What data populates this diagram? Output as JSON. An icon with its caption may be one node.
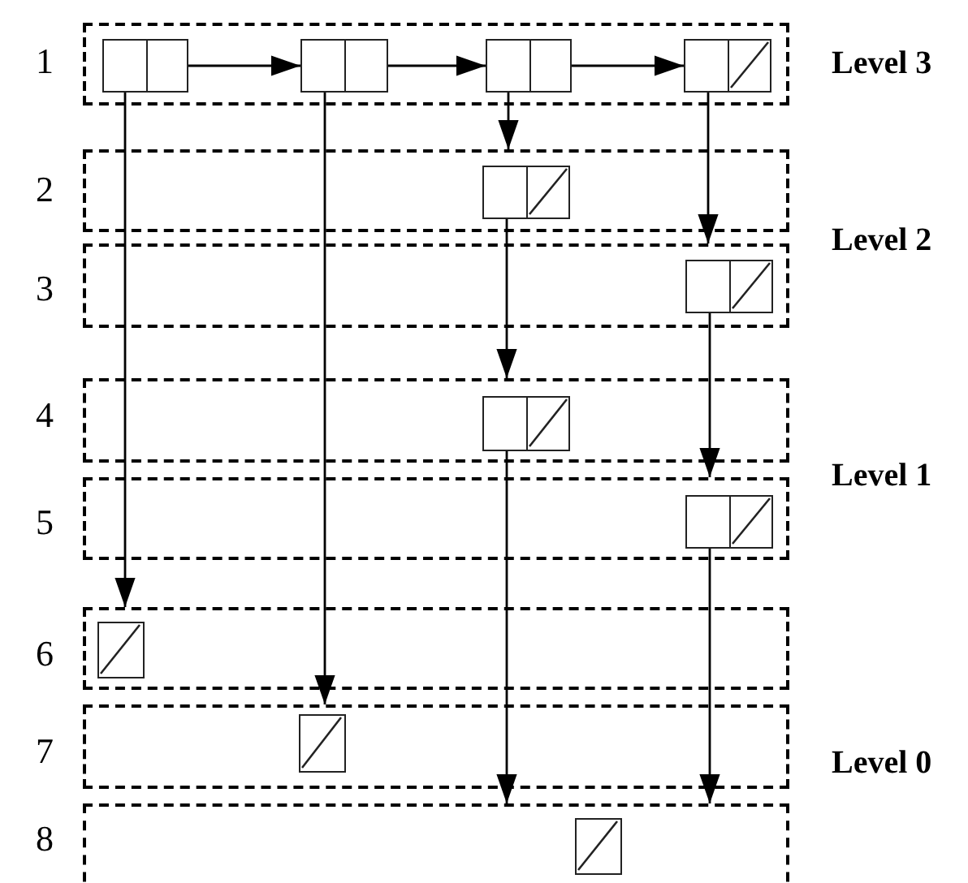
{
  "diagram": {
    "nodes": [
      {
        "text": [
          "1"
        ]
      },
      {
        "text": [],
        "shape": "box",
        "in": 0
      },
      {
        "text": [],
        "shape": "box",
        "in": 0
      },
      {
        "text": [],
        "shape": "box",
        "in": 0
      },
      {
        "text": [],
        "shape": "box",
        "in": 0
      },
      {
        "text": [
          "2"
        ]
      },
      {
        "text": [],
        "shape": "box",
        "in": 5
      },
      {
        "text": [
          "3"
        ]
      },
      {
        "text": [],
        "shape": "box",
        "in": 7
      },
      {
        "text": [
          "4"
        ]
      },
      {
        "text": [],
        "shape": "box",
        "in": 9
      },
      {
        "text": [
          "5"
        ]
      },
      {
        "text": [],
        "shape": "box",
        "in": 11
      },
      {
        "text": [
          "6"
        ]
      },
      {
        "text": [],
        "shape": "box",
        "in": 13
      },
      {
        "text": [
          "7"
        ]
      },
      {
        "text": [],
        "shape": "box",
        "in": 15
      },
      {
        "text": [
          "8"
        ]
      },
      {
        "text": [],
        "shape": "box",
        "in": 17
      }
    ],
    "edges": [
      {
        "from": 1,
        "to": 2,
        "arrow": "to"
      },
      {
        "from": 2,
        "to": 3,
        "arrow": "to"
      },
      {
        "from": 3,
        "to": 4,
        "arrow": "to"
      },
      {
        "from": 1,
        "to": 13,
        "arrow": "to"
      },
      {
        "from": 2,
        "to": 15,
        "arrow": "to"
      },
      {
        "from": 3,
        "to": 5,
        "arrow": "to"
      },
      {
        "from": 4,
        "to": 7,
        "arrow": "to"
      },
      {
        "from": 6,
        "to": 9,
        "arrow": "to"
      },
      {
        "from": 8,
        "to": 11,
        "arrow": "to"
      },
      {
        "from": 10,
        "to": 17,
        "arrow": "to"
      },
      {
        "from": 12,
        "to": 17,
        "arrow": "to"
      }
    ],
    "labels": [
      "Level 3",
      "Level 2",
      "Level 1",
      "Level 0"
    ]
  }
}
